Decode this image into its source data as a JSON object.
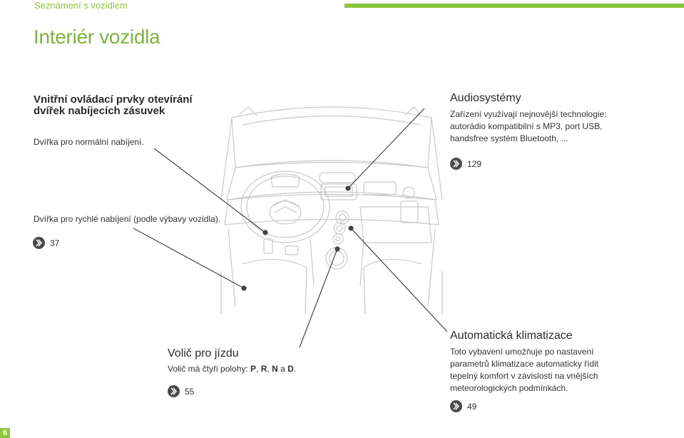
{
  "header": {
    "chapter": "Seznámení s vozidlem",
    "title": "Interiér vozidla"
  },
  "charge_door": {
    "heading_line1": "Vnitřní ovládací prvky otevírání",
    "heading_line2": "dvířek nabíjecích zásuvek",
    "normal": "Dvířka pro normální nabíjení.",
    "fast": "Dvířka pro rychlé nabíjení (podle výbavy vozidla).",
    "ref": "37"
  },
  "audio": {
    "heading": "Audiosystémy",
    "line1": "Zařízení využívají nejnovější technologie:",
    "line2": "autorádio kompatibilní s MP3, port USB,",
    "line3": "handsfree systém Bluetooth, ...",
    "ref": "129"
  },
  "selector": {
    "heading": "Volič pro jízdu",
    "text_prefix": "Volič má čtyři polohy: ",
    "p": "P",
    "sep1": ", ",
    "r": "R",
    "sep2": ", ",
    "n": "N",
    "and": " a ",
    "d": "D",
    "end": ".",
    "ref": "55"
  },
  "climate": {
    "heading": "Automatická klimatizace",
    "line1": "Toto vybavení umožňuje po nastavení",
    "line2": "parametrů klimatizace automaticky řídit",
    "line3": "tepelný komfort v závislosti na vnějších",
    "line4": "meteorologických podmínkách.",
    "ref": "49"
  },
  "page_number": "6",
  "colors": {
    "accent": "#8cc63e",
    "title": "#7ab340",
    "text": "#2a2a2a",
    "icon": "#4a4a4a"
  },
  "icons": [
    "page-ref-arrow-icon"
  ]
}
